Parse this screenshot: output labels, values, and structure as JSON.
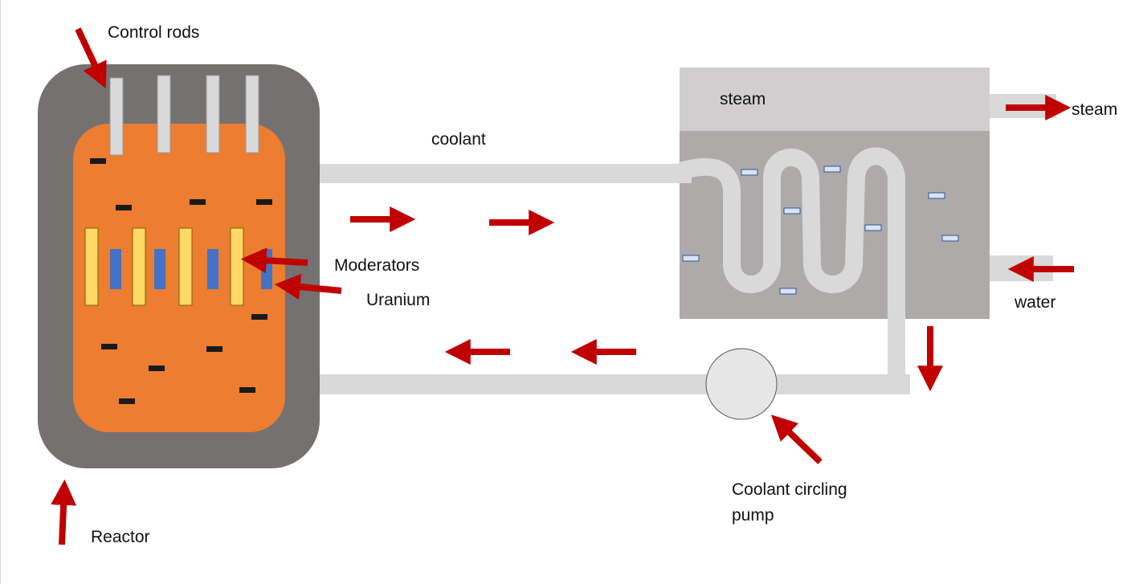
{
  "colors": {
    "reactor_shell": "#767171",
    "core": "#ED7D31",
    "control_rod": "#D9D9D9",
    "moderator": "#FFD966",
    "uranium": "#4472C4",
    "neutron": "#1a1a1a",
    "pipe": "#D9D9D9",
    "steam_region": "#D0CECE",
    "water_region": "#AEAAAA",
    "arrow": "#C00000",
    "pump": "#E7E6E6",
    "bubble": "#DAE3F3"
  },
  "labels": {
    "control_rods": "Control rods",
    "coolant": "coolant",
    "steam_inside": "steam",
    "steam_outlet": "steam",
    "moderators": "Moderators",
    "uranium": "Uranium",
    "water": "water",
    "reactor": "Reactor",
    "pump": "Coolant circling pump"
  }
}
